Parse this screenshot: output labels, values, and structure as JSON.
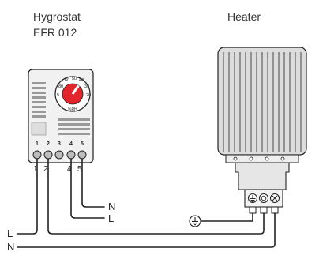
{
  "labels": {
    "hygrostat_line1": "Hygrostat",
    "hygrostat_line2": "EFR 012",
    "heater": "Heater"
  },
  "dial": {
    "scale_values": [
      "80",
      "60",
      "50",
      "40",
      "30",
      "20",
      "5"
    ],
    "unit_text": "%RH"
  },
  "hygrostat_terminals": {
    "top_numbers": [
      "1",
      "2",
      "3",
      "4",
      "5"
    ],
    "bottom_numbers": [
      "1",
      "2",
      "4",
      "5"
    ]
  },
  "wires": {
    "n_right": "N",
    "l_right": "L",
    "l_left": "L",
    "n_left": "N"
  },
  "colors": {
    "stroke": "#222222",
    "device_fill": "#f1f1f1",
    "dial_red": "#e3252d",
    "fin_light": "#dcdcdc",
    "fin_dark": "#555555"
  },
  "icons": {
    "ground": "earth-ground-icon"
  }
}
